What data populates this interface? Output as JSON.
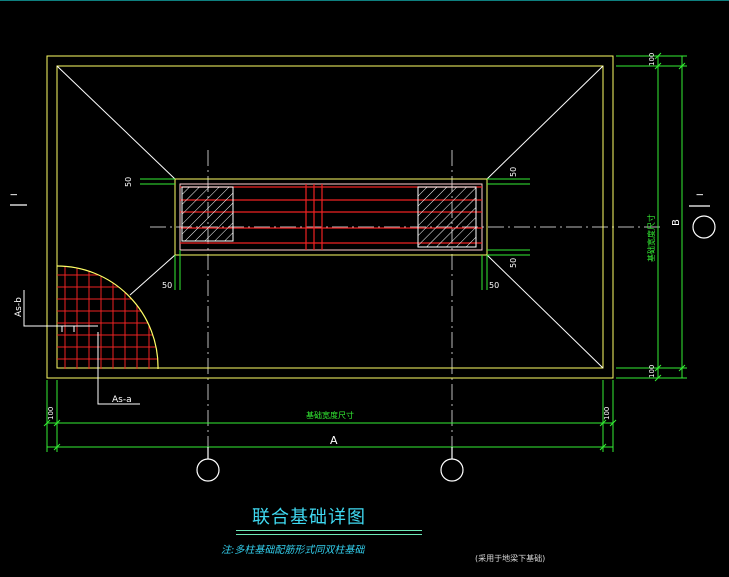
{
  "drawing": {
    "title": "联合基础详图",
    "note": "注:多柱基础配筋形式同双柱基础",
    "subnote": "(采用于地梁下基础)"
  },
  "dimensions": {
    "overall_width": "A",
    "overall_height": "B",
    "inner_width_label": "基础宽度尺寸",
    "inner_height_label": "基础宽度尺寸",
    "edge_offset": "100",
    "small_offset": "50"
  },
  "section_marks": {
    "left": "I",
    "right": "I"
  },
  "rebar": {
    "label_b": "As-b",
    "label_a": "As-a"
  },
  "colors": {
    "background": "#000000",
    "outline": "#ffff66",
    "dimension": "#33ee33",
    "axis": "#cccccc",
    "rebar": "#ee2222",
    "text": "#ffffff",
    "title": "#3fd8f0"
  }
}
